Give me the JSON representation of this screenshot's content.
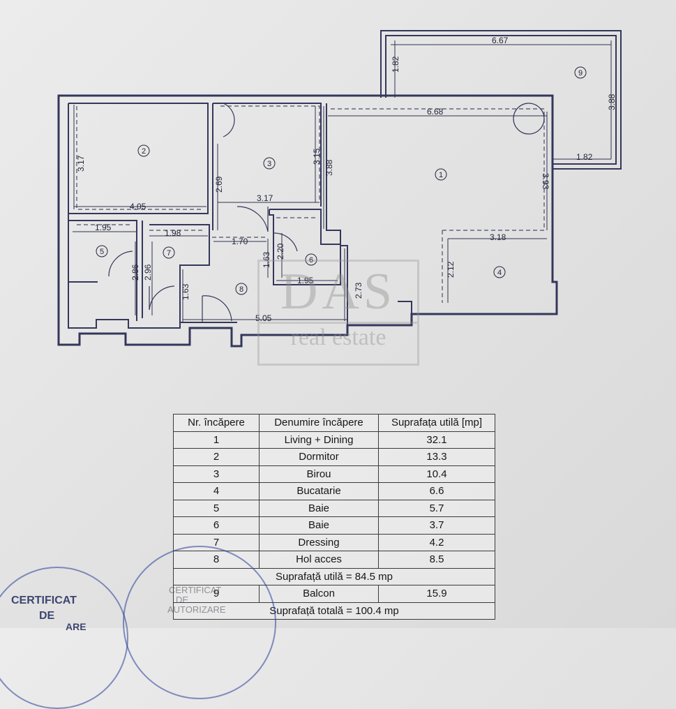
{
  "watermark": {
    "brand": "DAS",
    "tagline": "real estate"
  },
  "plan": {
    "room_numbers": [
      "1",
      "2",
      "3",
      "4",
      "5",
      "6",
      "7",
      "8",
      "9"
    ],
    "dimensions": {
      "d667": "6.67",
      "d182a": "1.82",
      "d388a": "3.88",
      "d182b": "1.82",
      "d668": "6.68",
      "d393": "3.93",
      "d388b": "3.88",
      "d315": "3.15",
      "d317a": "3.17",
      "d405": "4.05",
      "d269": "2.69",
      "d317b": "3.17",
      "d195a": "1.95",
      "d198": "1.98",
      "d170": "1.70",
      "d220": "2.20",
      "d163a": "1.63",
      "d286": "2.86",
      "d296": "2.96",
      "d195b": "1.95",
      "d273": "2.73",
      "d318": "3.18",
      "d212": "2.12",
      "d163b": "1.63",
      "d505": "5.05"
    }
  },
  "table": {
    "headers": [
      "Nr. încăpere",
      "Denumire încăpere",
      "Suprafața utilă [mp]"
    ],
    "rows": [
      [
        "1",
        "Living + Dining",
        "32.1"
      ],
      [
        "2",
        "Dormitor",
        "13.3"
      ],
      [
        "3",
        "Birou",
        "10.4"
      ],
      [
        "4",
        "Bucatarie",
        "6.6"
      ],
      [
        "5",
        "Baie",
        "5.7"
      ],
      [
        "6",
        "Baie",
        "3.7"
      ],
      [
        "7",
        "Dressing",
        "4.2"
      ],
      [
        "8",
        "Hol acces",
        "8.5"
      ]
    ],
    "subtotal": "Suprafață utilă = 84.5 mp",
    "balcony": [
      "9",
      "Balcon",
      "15.9"
    ],
    "total": "Suprafață totală = 100.4 mp"
  },
  "stamps": {
    "left_line1": "CERTIFICAT",
    "left_line2": "DE",
    "left_line3": "ARE",
    "right_line1": "CERTIFICAT",
    "right_line2": "DE",
    "right_line3": "AUTORIZARE"
  }
}
